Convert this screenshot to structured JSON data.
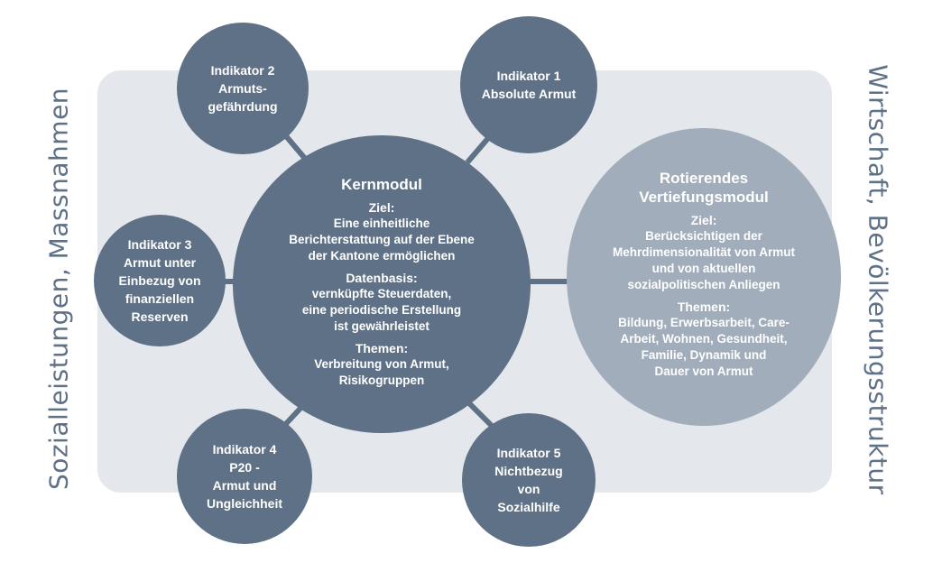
{
  "left_label": "Sozialleistungen, Massnahmen",
  "right_label": "Wirtschaft, Bevölkerungsstruktur",
  "indicators": [
    {
      "lines": [
        "Indikator 1",
        "Absolute Armut"
      ]
    },
    {
      "lines": [
        "Indikator 2",
        "Armuts-",
        "gefährdung"
      ]
    },
    {
      "lines": [
        "Indikator 3",
        "Armut unter",
        "Einbezug von",
        "finanziellen",
        "Reserven"
      ]
    },
    {
      "lines": [
        "Indikator 4",
        "P20 -",
        "Armut und",
        "Ungleichheit"
      ]
    },
    {
      "lines": [
        "Indikator 5",
        "Nichtbezug",
        "von",
        "Sozialhilfe"
      ]
    }
  ],
  "core": {
    "title": "Kernmodul",
    "ziel_heading": "Ziel:",
    "ziel_text": [
      "Eine einheitliche",
      "Berichterstattung auf der Ebene",
      "der Kantone ermöglichen"
    ],
    "daten_heading": "Datenbasis:",
    "daten_text": [
      "vernküpfte Steuerdaten,",
      "eine periodische Erstellung",
      "ist gewährleistet"
    ],
    "themen_heading": "Themen:",
    "themen_text": [
      "Verbreitung von Armut,",
      "Risikogruppen"
    ]
  },
  "rotating": {
    "title": [
      "Rotierendes",
      "Vertiefungsmodul"
    ],
    "ziel_heading": "Ziel:",
    "ziel_text": [
      "Berücksichtigen der",
      "Mehrdimensionalität von Armut",
      "und von aktuellen",
      "sozialpolitischen Anliegen"
    ],
    "themen_heading": "Themen:",
    "themen_text": [
      "Bildung, Erwerbsarbeit, Care-",
      "Arbeit, Wohnen, Gesundheit,",
      "Familie, Dynamik und",
      "Dauer von Armut"
    ]
  },
  "colors": {
    "dark": "#5f7186",
    "light": "#a2adbb",
    "panel": "#e4e7eb"
  }
}
